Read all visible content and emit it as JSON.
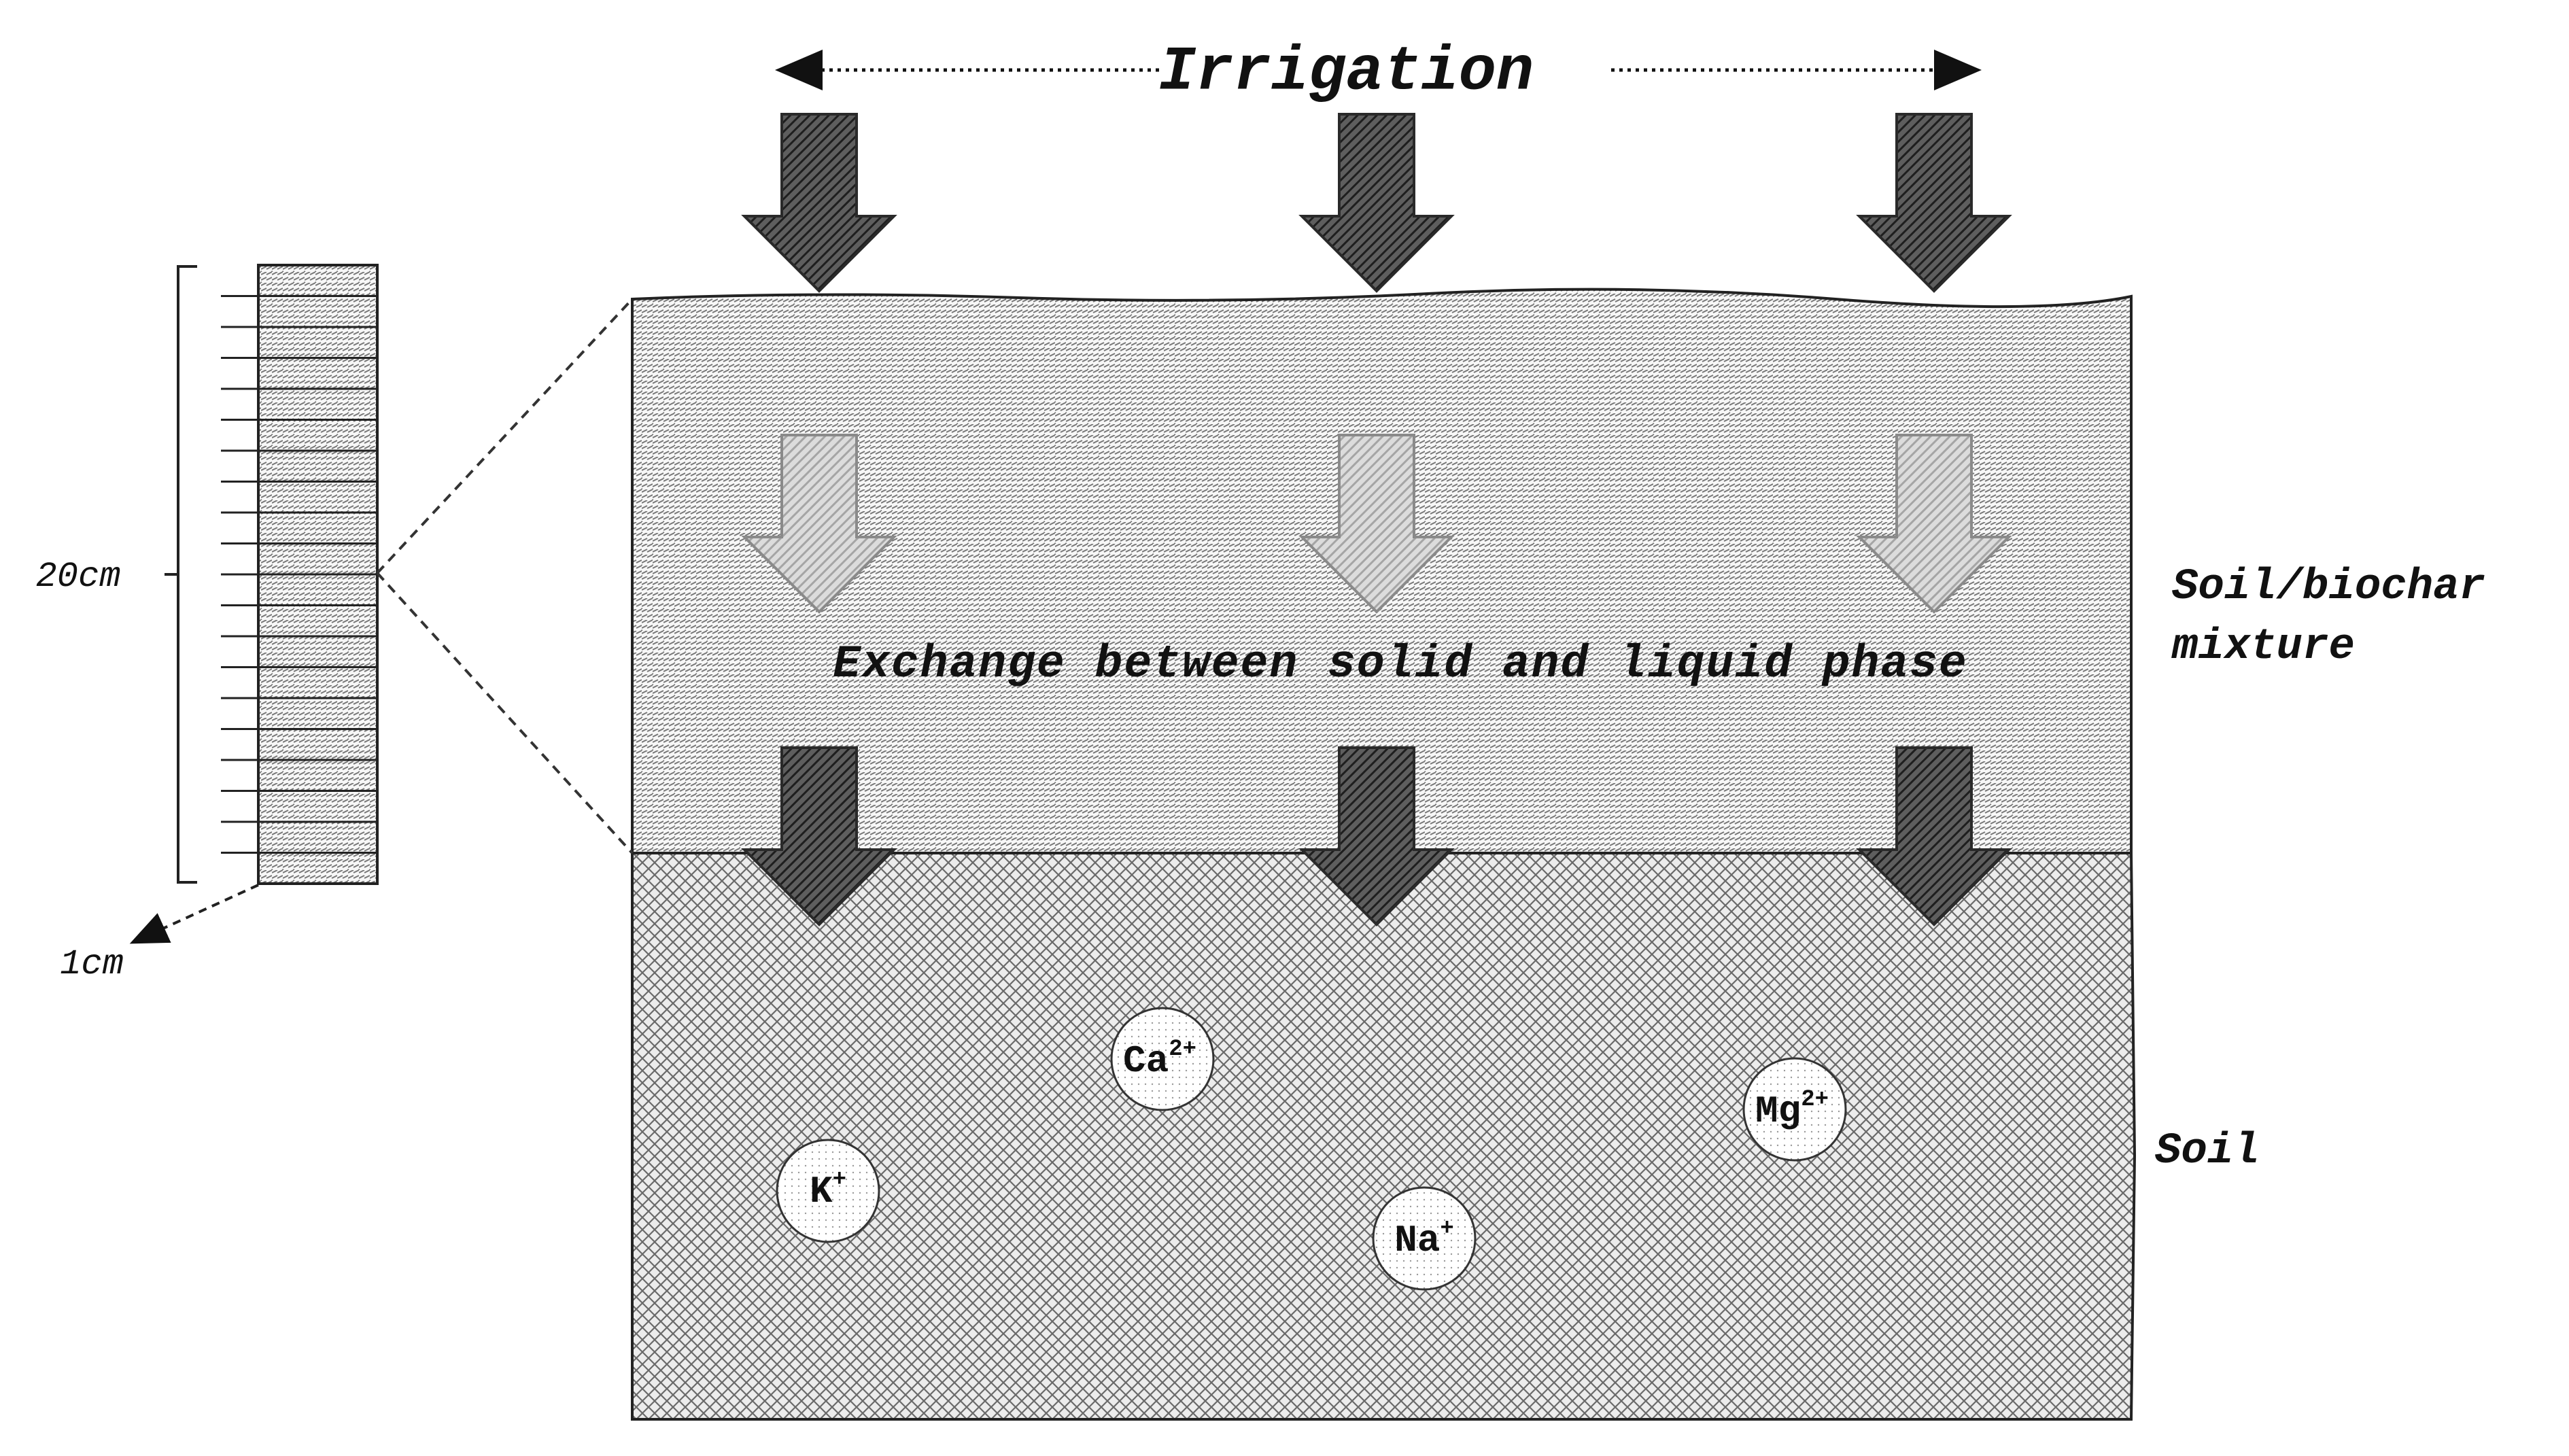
{
  "title": "Irrigation",
  "layers": {
    "upper": "Soil/biochar mixture",
    "upper_line1": "Soil/biochar",
    "upper_line2": "mixture",
    "lower": "Soil"
  },
  "exchange_label": "Exchange between solid and liquid phase",
  "column": {
    "height_label": "20cm",
    "slice_label": "1cm",
    "slices": 20
  },
  "ions": [
    {
      "symbol": "K",
      "charge": "+"
    },
    {
      "symbol": "Ca",
      "charge": "2+"
    },
    {
      "symbol": "Na",
      "charge": "+"
    },
    {
      "symbol": "Mg",
      "charge": "2+"
    }
  ],
  "colors": {
    "arrow_dark": "#4a4a4a",
    "arrow_light": "#c4c4c4",
    "line": "#222222",
    "background": "#ffffff"
  }
}
